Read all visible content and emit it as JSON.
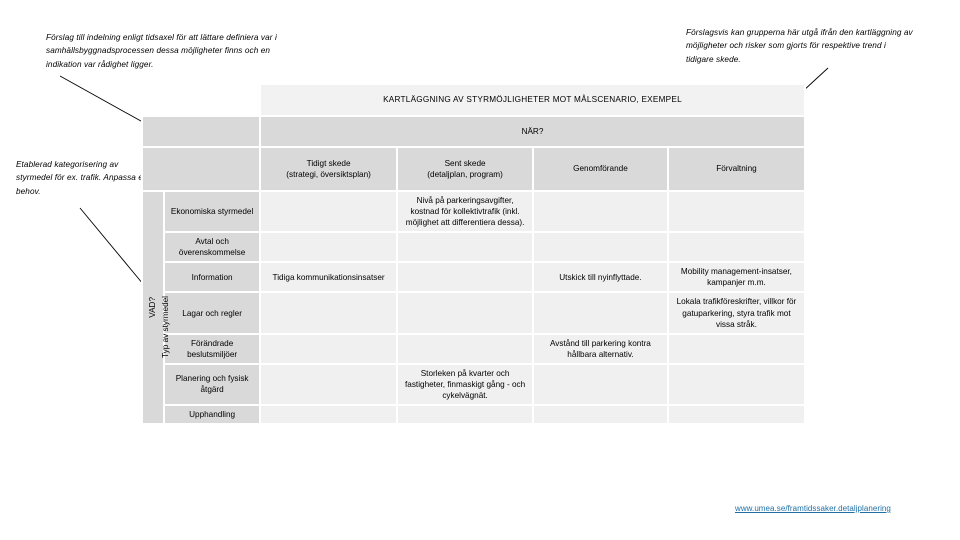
{
  "callouts": {
    "left": "Förslag till indelning enligt tidsaxel för att lättare definiera var i samhällsbyggnadsprocessen dessa möjligheter finns och en indikation var rådighet ligger.",
    "right": "Förslagsvis kan grupperna här utgå ifrån den kartläggning av möjligheter och risker som gjorts för respektive trend i tidigare skede.",
    "middle": "Etablerad kategorisering av styrmedel för ex. trafik. Anpassa efter behov."
  },
  "table": {
    "title": "KARTLÄGGNING AV STYRMÖJLIGHETER MOT MÅLSCENARIO, EXEMPEL",
    "when_label": "NÄR?",
    "axis_label_what": "VAD?",
    "axis_label_type": "Typ av styrmedel",
    "columns": [
      "Tidigt skede\n(strategi, översiktsplan)",
      "Sent skede\n(detaljplan, program)",
      "Genomförande",
      "Förvaltning"
    ],
    "columns_flat": [
      {
        "line1": "Tidigt skede",
        "line2": "(strategi, översiktsplan)"
      },
      {
        "line1": "Sent skede",
        "line2": "(detaljplan, program)"
      },
      {
        "line1": "Genomförande",
        "line2": ""
      },
      {
        "line1": "Förvaltning",
        "line2": ""
      }
    ],
    "rows": [
      {
        "label": "Ekonomiska styrmedel",
        "cells": [
          "",
          "Nivå på parkeringsavgifter, kostnad för kollektivtrafik (inkl. möjlighet att differentiera dessa).",
          "",
          ""
        ]
      },
      {
        "label": "Avtal och överenskommelse",
        "cells": [
          "",
          "",
          "",
          ""
        ]
      },
      {
        "label": "Information",
        "cells": [
          "Tidiga kommunikationsinsatser",
          "",
          "Utskick till nyinflyttade.",
          "Mobility management-insatser, kampanjer m.m."
        ]
      },
      {
        "label": "Lagar och regler",
        "cells": [
          "",
          "",
          "",
          "Lokala trafikföreskrifter, villkor för gatuparkering, styra trafik mot vissa stråk."
        ]
      },
      {
        "label": "Förändrade beslutsmiljöer",
        "cells": [
          "",
          "",
          "Avstånd till parkering kontra hållbara alternativ.",
          ""
        ]
      },
      {
        "label": "Planering och fysisk åtgärd",
        "cells": [
          "",
          "Storleken på kvarter och fastigheter, finmaskigt gång - och cykelvägnät.",
          "",
          ""
        ]
      },
      {
        "label": "Upphandling",
        "cells": [
          "",
          "",
          "",
          ""
        ]
      }
    ]
  },
  "footer": {
    "link_text": "www.umea.se/framtidssaker.detaljplanering"
  },
  "colors": {
    "band_title": "#f2f2f2",
    "band_header": "#d9d9d9",
    "cell": "#f0f0f0",
    "link": "#1f6fa5"
  }
}
